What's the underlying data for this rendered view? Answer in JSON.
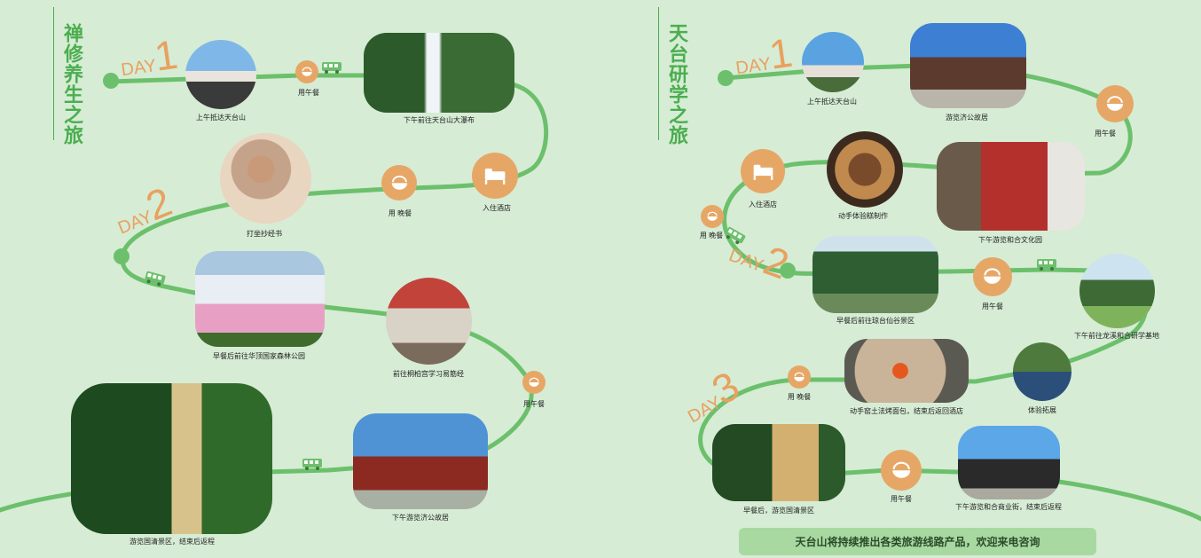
{
  "left": {
    "title": "禅修养生之旅",
    "days": [
      {
        "d": "DAY",
        "n": "1"
      },
      {
        "d": "DAY",
        "n": "2"
      }
    ],
    "captions": {
      "arrive": "上午抵达天台山",
      "lunch1": "用午餐",
      "waterfall": "下午前往天台山大瀑布",
      "hotel": "入住酒店",
      "dinner": "用 晚餐",
      "sutra": "打坐抄经书",
      "forest": "早餐后前往华顶国家森林公园",
      "yijinjing": "前往桐柏宫学习易筋经",
      "lunch2": "用午餐",
      "guoqing": "游览国清景区，结束后返程",
      "jigong": "下午游览济公故居"
    }
  },
  "right": {
    "title": "天台研学之旅",
    "days": [
      {
        "d": "DAY",
        "n": "1"
      },
      {
        "d": "DAY",
        "n": "2"
      },
      {
        "d": "DAY",
        "n": "3"
      }
    ],
    "captions": {
      "arrive": "上午抵达天台山",
      "jigong": "游览济公故居",
      "lunch1": "用午餐",
      "hotel": "入住酒店",
      "cake": "动手体验糕制作",
      "hehe": "下午游览和合文化园",
      "dinner1": "用 晚餐",
      "qiongtai": "早餐后前往琼台仙谷景区",
      "lunch2": "用午餐",
      "longxi": "下午前往龙溪和合研学基地",
      "bread": "动手窑土法烤面包，结束后返回酒店",
      "tuozhan": "体验拓展",
      "dinner2": "用 晚餐",
      "guoqing": "早餐后，游览国清景区",
      "lunch3": "用午餐",
      "street": "下午游览和合商业街，结束后返程"
    },
    "banner": "天台山将持续推出各类旅游线路产品，欢迎来电咨询"
  },
  "icons": [
    "meal-bowl-icon",
    "bed-icon",
    "bus-icon"
  ],
  "colors": {
    "background": "#d6ecd5",
    "route": "#6cc06c",
    "accent": "#e6a766",
    "title": "#4bae4f"
  }
}
